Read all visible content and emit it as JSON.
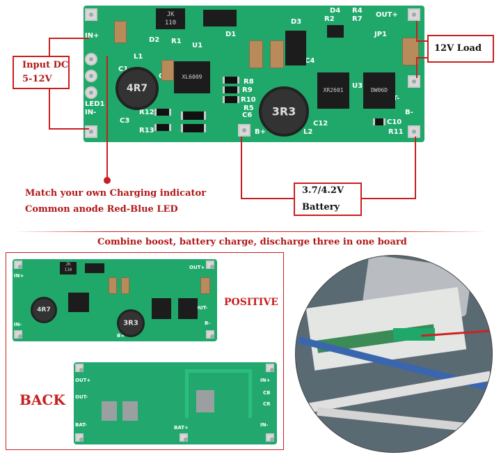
{
  "top_board": {
    "silk": {
      "in_plus": "IN+",
      "in_minus": "IN-",
      "led1": "LED1",
      "l1": "L1",
      "c1": "C1",
      "d2": "D2",
      "d1": "D1",
      "r1": "R1",
      "u1": "U1",
      "c2": "C2",
      "r12": "R12",
      "r13": "R13",
      "c3": "C3",
      "r8": "R8",
      "r9": "R9",
      "r10": "R10",
      "c6": "C6",
      "r5": "R5",
      "b_plus": "B+",
      "l2": "L2",
      "c12": "C12",
      "d3": "D3",
      "c4": "C4",
      "r2": "R2",
      "d4": "D4",
      "r4": "R4",
      "r7": "R7",
      "jp1": "JP1",
      "out_plus": "OUT+",
      "out_minus": "OUT-",
      "u3": "U3",
      "c10": "C10",
      "r11": "R11",
      "b_minus": "B-",
      "jk_chip_line1": "JK",
      "jk_chip_line2": "110",
      "inductor_small": "4R7",
      "inductor_big": "3R3",
      "u1_text": "XL6009",
      "u2_text": "XR2601",
      "u3_text": "DW06D"
    }
  },
  "annotations": {
    "input_dc_line1": "Input DC",
    "input_dc_line2": "5-12V",
    "load": "12V Load",
    "indicator_line1": "Match your own Charging indicator",
    "indicator_line2": "Common anode Red-Blue LED",
    "battery_line1": "3.7/4.2V",
    "battery_line2": "Battery",
    "combine": "Combine boost, battery charge, discharge three in one board",
    "positive": "POSITIVE",
    "back": "BACK"
  },
  "small_board": {
    "in_plus": "IN+",
    "in_minus": "IN-",
    "b_plus": "B+",
    "b_minus": "B-",
    "out_plus": "OUT+",
    "out_minus": "OUT-",
    "jk_line1": "JK",
    "jk_line2": "110",
    "ind1": "4R7",
    "ind2": "3R3"
  },
  "back_board": {
    "out_plus": "OUT+",
    "out_minus": "OUT-",
    "bat_minus": "BAT-",
    "bat_plus": "BAT+",
    "in_plus": "IN+",
    "cb": "CB",
    "cr": "CR",
    "in_minus": "IN-"
  },
  "colors": {
    "pcb": "#1fa86a",
    "annotation_red": "#c81e1e",
    "text_red": "#b01818"
  }
}
